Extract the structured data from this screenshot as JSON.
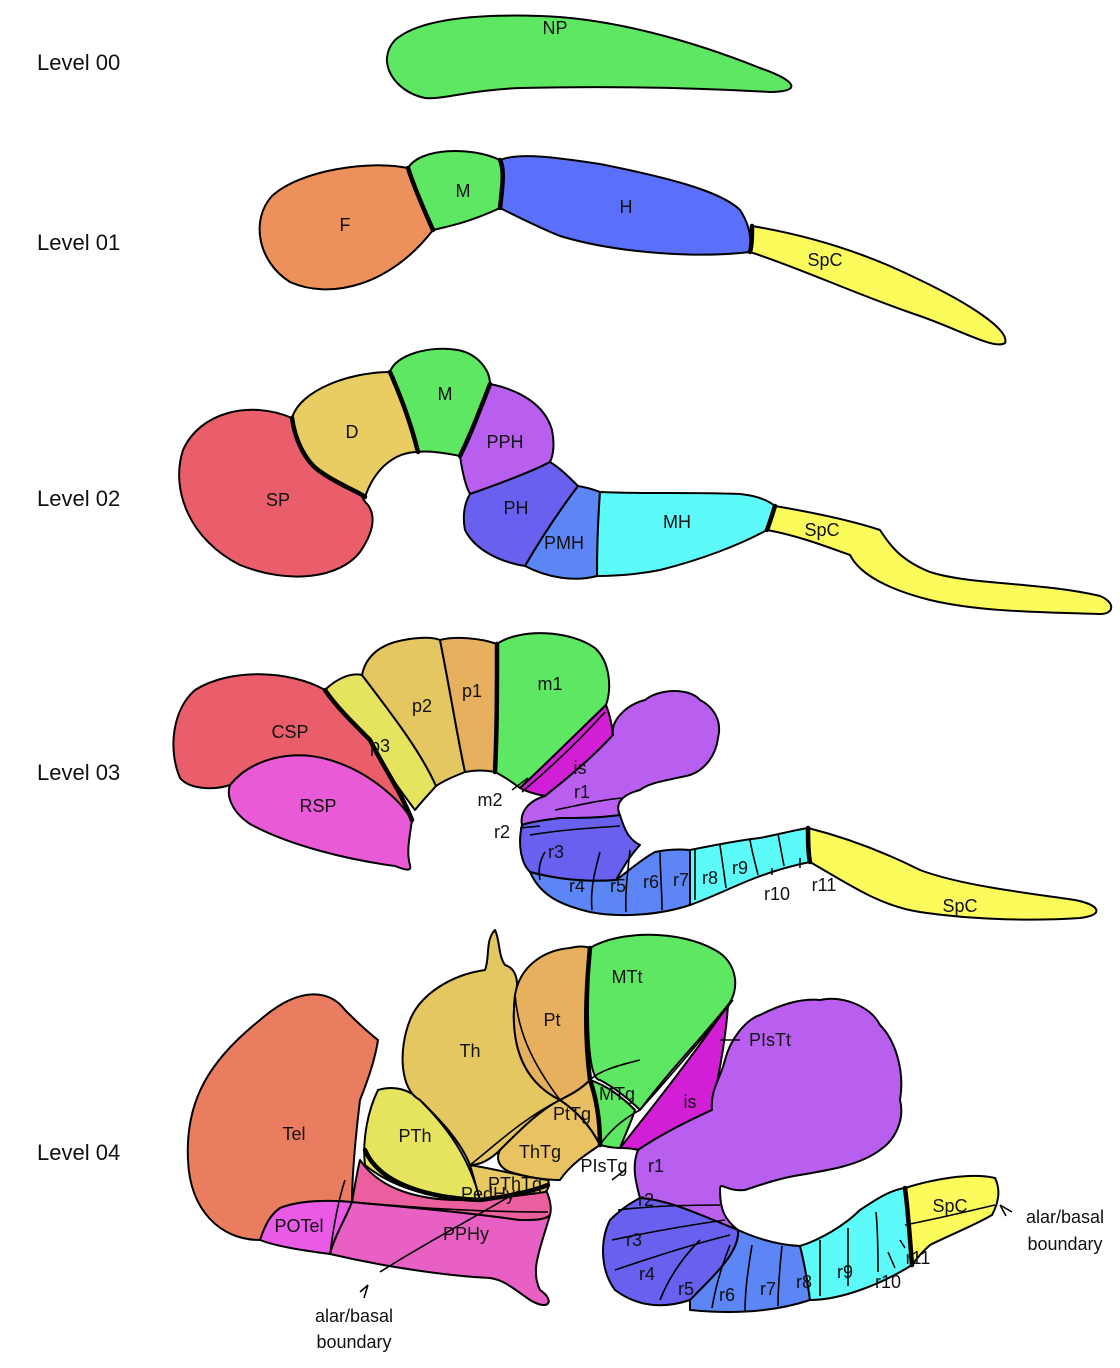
{
  "levels": [
    "Level 00",
    "Level 01",
    "Level 02",
    "Level 03",
    "Level 04"
  ],
  "colors": {
    "neural_plate": "#5ee762",
    "forebrain": "#ec915c",
    "midbrain": "#5ee762",
    "hindbrain": "#5a70fa",
    "spinal_cord": "#fbfb5c",
    "secondary_prosencephalon": "#ea5e6b",
    "diencephalon": "#e8cd62",
    "prepontine": "#b85ff0",
    "pontine": "#6a60ef",
    "pontomedullary": "#5c85f6",
    "medullary": "#5cfbf9",
    "caudal_sp": "#ea5e6b",
    "rostral_sp": "#e95ad6",
    "p3": "#e6e45f",
    "p2": "#e5c762",
    "p1": "#e6b05e",
    "isthmus": "#d21ed4",
    "r1": "#b85ff0",
    "telencephalon": "#ea7d60",
    "pretectal_teg": "#e9be62",
    "thalamic_teg": "#e9c262",
    "prethalamic_teg": "#e7c863",
    "peduncular_hy": "#ec5f9e",
    "prepeduncular_hy": "#e960c4",
    "preoptic": "#e95ae6"
  },
  "level0": {
    "np": "NP"
  },
  "level1": {
    "f": "F",
    "m": "M",
    "h": "H",
    "spc": "SpC"
  },
  "level2": {
    "sp": "SP",
    "d": "D",
    "m": "M",
    "pph": "PPH",
    "ph": "PH",
    "pmh": "PMH",
    "mh": "MH",
    "spc": "SpC"
  },
  "level3": {
    "csp": "CSP",
    "rsp": "RSP",
    "p3": "p3",
    "p2": "p2",
    "p1": "p1",
    "m1": "m1",
    "m2": "m2",
    "is": "is",
    "r1": "r1",
    "r2": "r2",
    "r3": "r3",
    "r4": "r4",
    "r5": "r5",
    "r6": "r6",
    "r7": "r7",
    "r8": "r8",
    "r9": "r9",
    "r10": "r10",
    "r11": "r11",
    "spc": "SpC"
  },
  "level4": {
    "tel": "Tel",
    "potel": "POTel",
    "pphy": "PPHy",
    "pedhy": "PedHy",
    "pth": "PTh",
    "pthtg": "PThTg",
    "th": "Th",
    "thtg": "ThTg",
    "pt": "Pt",
    "pttg": "PtTg",
    "mtt": "MTt",
    "mtg": "MTg",
    "pistt": "PIsTt",
    "pistg": "PIsTg",
    "is": "is",
    "r1": "r1",
    "r2": "r2",
    "r3": "r3",
    "r4": "r4",
    "r5": "r5",
    "r6": "r6",
    "r7": "r7",
    "r8": "r8",
    "r9": "r9",
    "r10": "r10",
    "r11": "r11",
    "spc": "SpC",
    "alar_basal_left": [
      "alar/basal",
      "boundary"
    ],
    "alar_basal_right": [
      "alar/basal",
      "boundary"
    ]
  }
}
